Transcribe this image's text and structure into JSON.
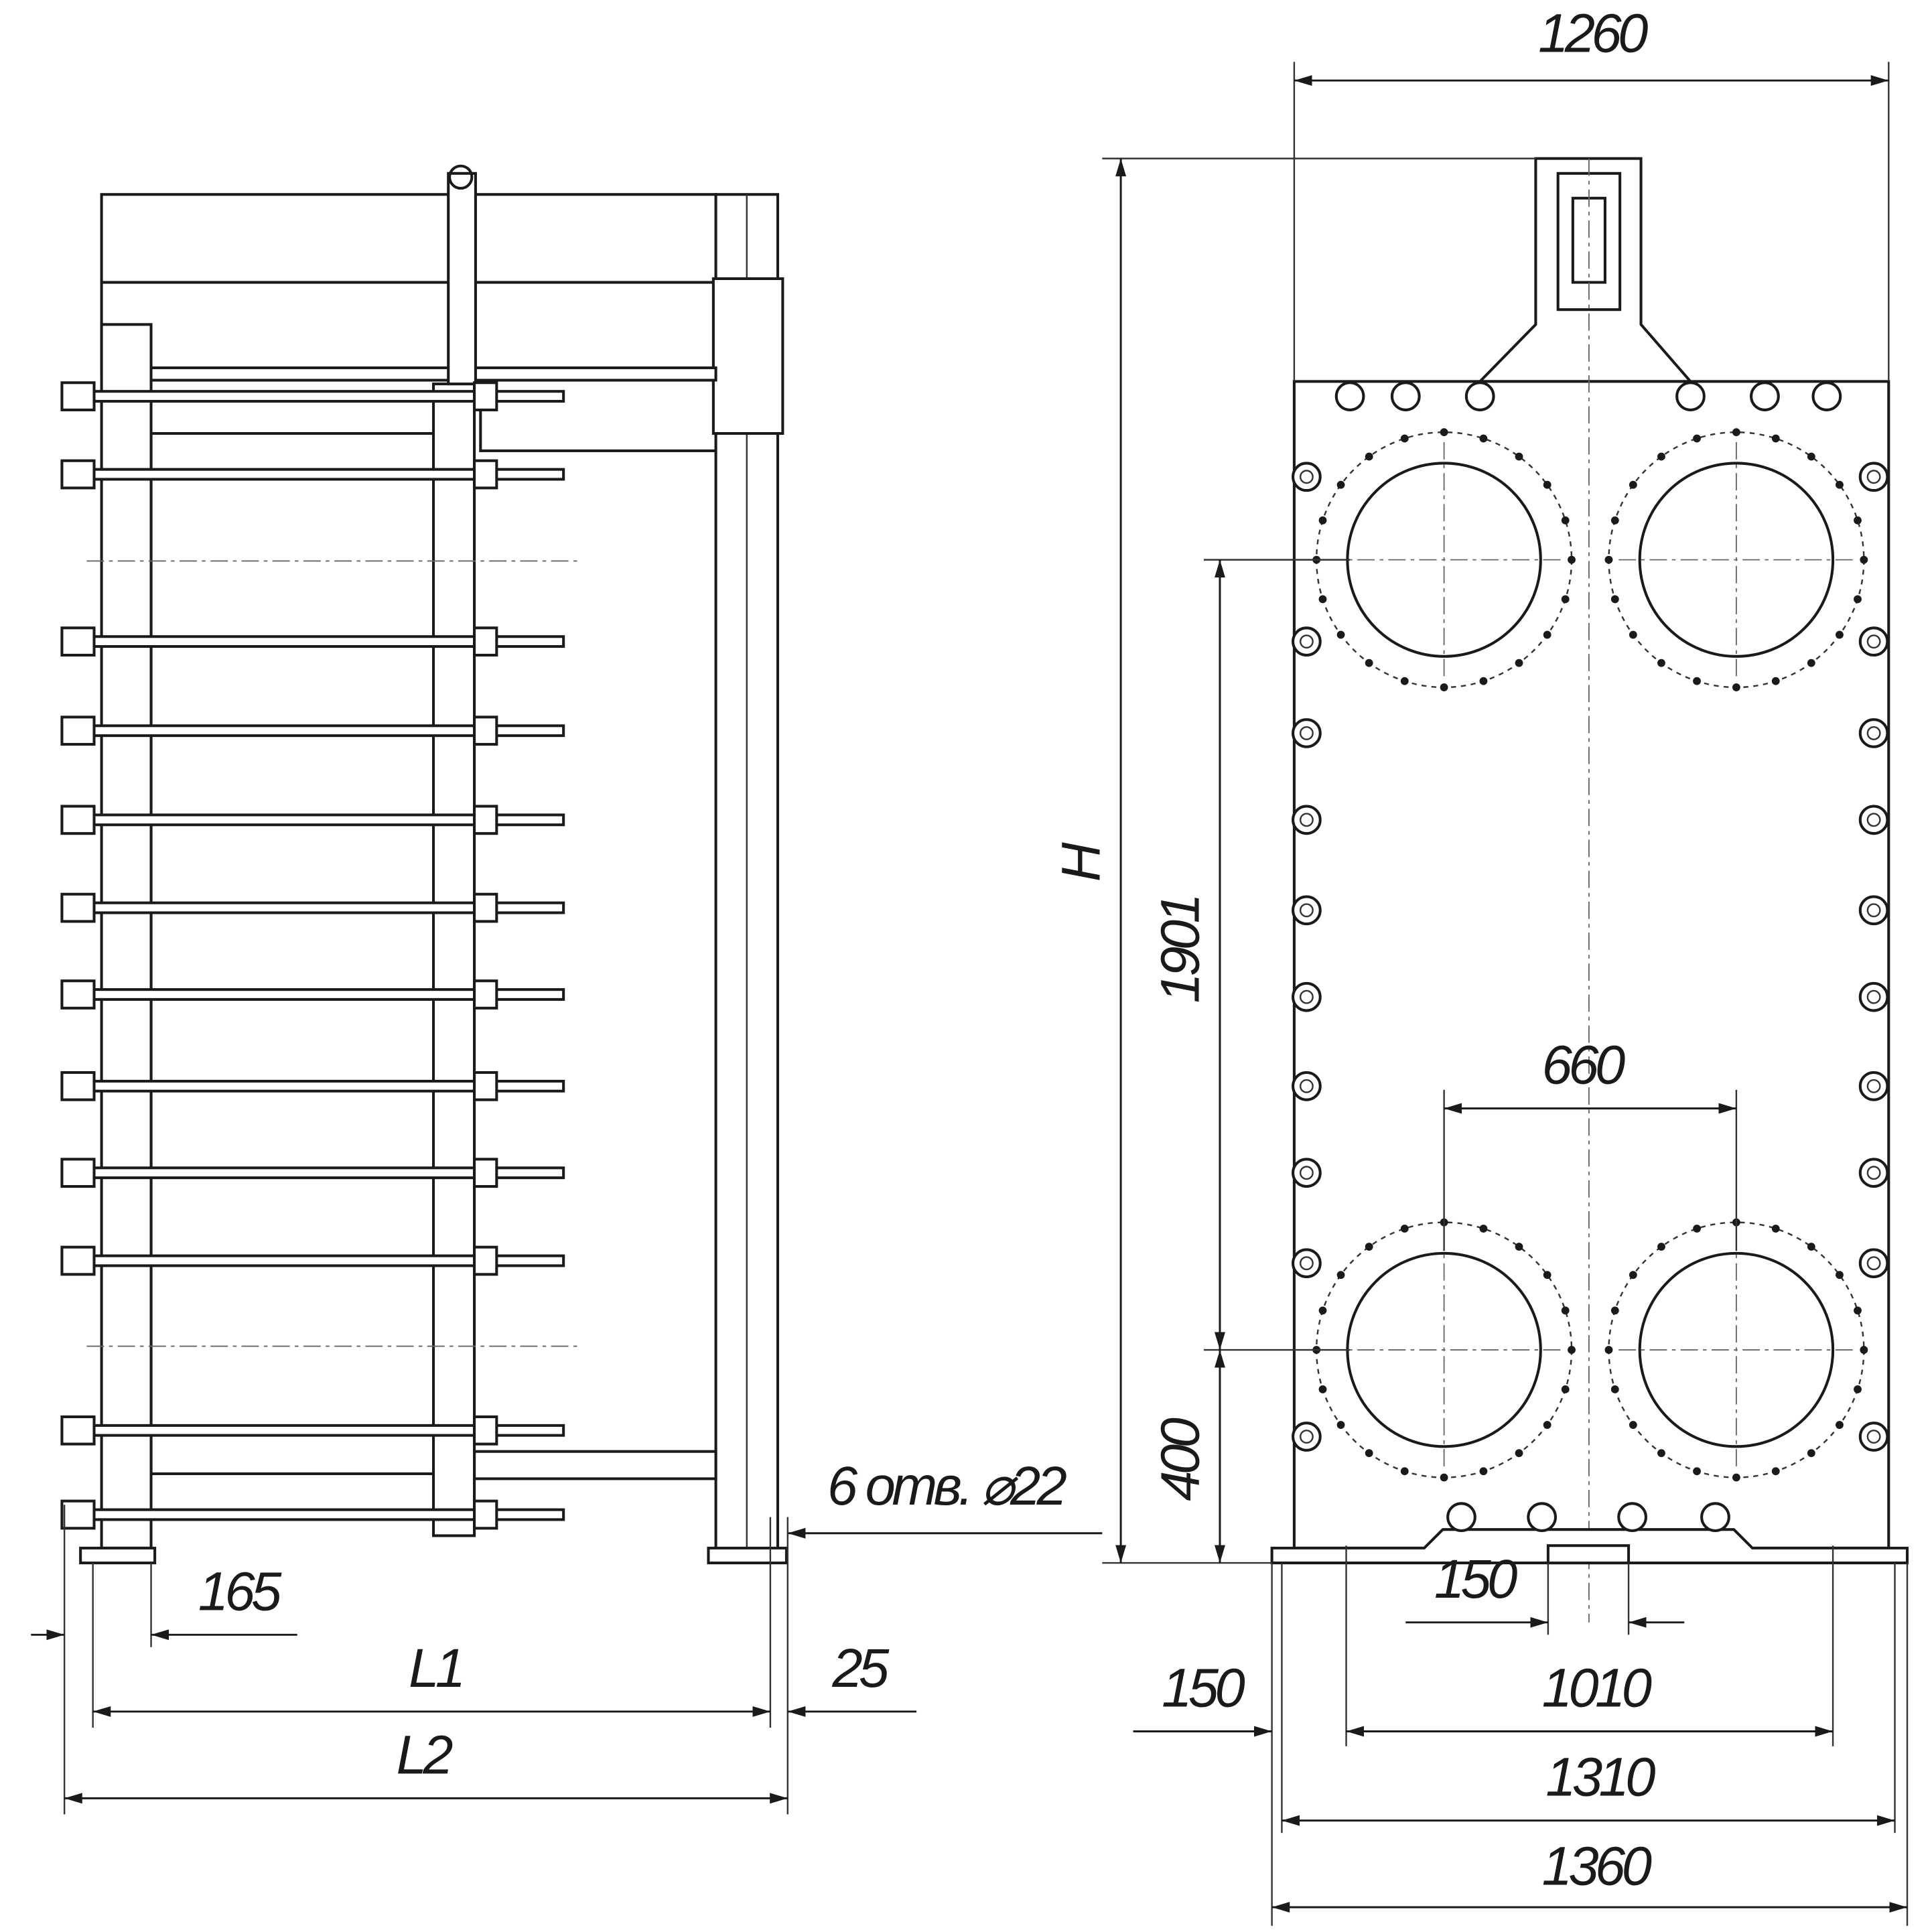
{
  "title": "Plate heat exchanger general arrangement drawing",
  "side_view": {
    "dim_foot_offset": "165",
    "dim_l1": "L1",
    "dim_l2": "L2",
    "dim_foot_width": "25",
    "holes_note": "6 отв. ⌀22",
    "tie_rod_count": 12
  },
  "front_view": {
    "dim_width_plate": "1260",
    "dim_height": "H",
    "dim_port_vertical": "1901",
    "dim_port_bottom": "400",
    "dim_port_horizontal": "660",
    "dim_center_foot": "150",
    "dim_foot_offset": "150",
    "dim_foot_span": "1010",
    "dim_foot_inner": "1310",
    "dim_overall_width": "1360",
    "port_count": 4
  },
  "colors": {
    "line": "#1a1a1a",
    "background": "#ffffff"
  }
}
